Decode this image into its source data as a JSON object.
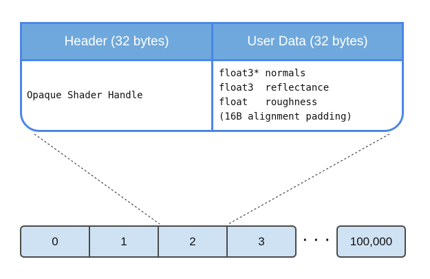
{
  "record": {
    "header_label": "Header (32 bytes)",
    "user_data_label": "User Data (32 bytes)",
    "header_content": "Opaque Shader Handle",
    "user_data_lines": [
      "float3* normals",
      "float3  reflectance",
      "float   roughness",
      "(16B alignment padding)"
    ]
  },
  "array": {
    "slots": [
      "0",
      "1",
      "2",
      "3"
    ],
    "ellipsis": "· · ·",
    "last_slot": "100,000"
  },
  "colors": {
    "header_fill": "#6fa8dc",
    "border_blue": "#4a86e8",
    "slot_fill": "#cfe2f3"
  }
}
